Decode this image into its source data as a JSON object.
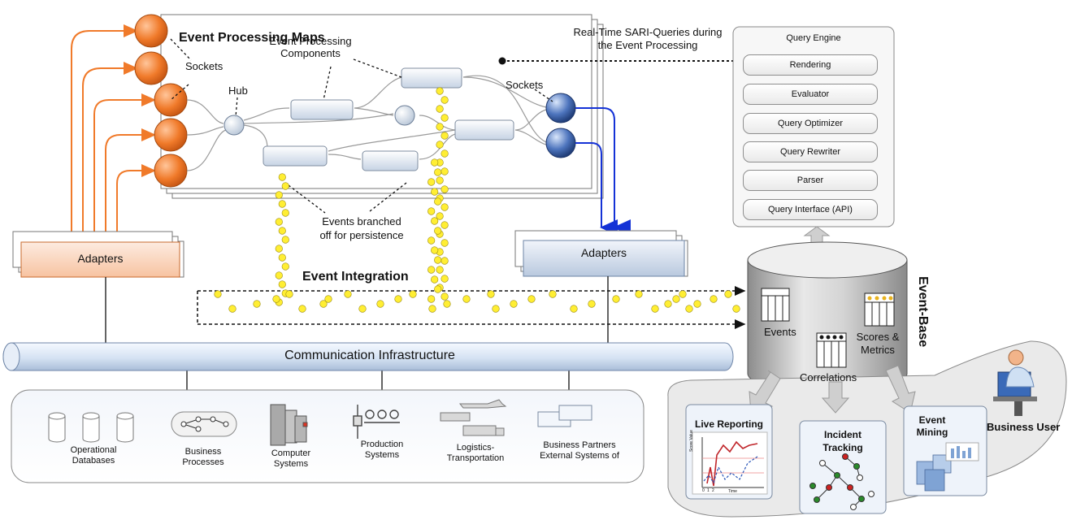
{
  "event_processing_maps": {
    "title": "Event Processing Maps",
    "sockets_left": "Sockets",
    "sockets_right": "Sockets",
    "hub": "Hub",
    "components_line1": "Event Processing",
    "components_line2": "Components"
  },
  "sari_queries": {
    "line1": "Real-Time SARI-Queries during",
    "line2": "the Event Processing"
  },
  "query_engine": {
    "title": "Query Engine",
    "items": [
      "Rendering",
      "Evaluator",
      "Query Optimizer",
      "Query Rewriter",
      "Parser",
      "Query Interface (API)"
    ]
  },
  "events_branched": {
    "line1": "Events branched",
    "line2": "off for persistence"
  },
  "adapters_left": "Adapters",
  "adapters_right": "Adapters",
  "event_integration": "Event Integration",
  "communication_infrastructure": "Communication Infrastructure",
  "event_base": {
    "title": "Event-Base",
    "events": "Events",
    "scores_line1": "Scores &",
    "scores_line2": "Metrics",
    "correlations": "Correlations"
  },
  "sources": [
    {
      "line1": "Operational",
      "line2": "Databases"
    },
    {
      "line1": "Business",
      "line2": "Processes"
    },
    {
      "line1": "Computer",
      "line2": "Systems"
    },
    {
      "line1": "Production",
      "line2": "Systems"
    },
    {
      "line1": "Logistics-",
      "line2": "Transportation"
    },
    {
      "line1": "Business Partners",
      "line2": "External Systems of"
    }
  ],
  "apps": {
    "live_reporting": "Live Reporting",
    "incident_line1": "Incident",
    "incident_line2": "Tracking",
    "mining_line1": "Event",
    "mining_line2": "Mining",
    "business_user": "Business User",
    "chart_ylabel": "Score Value",
    "chart_xlabel": "Time",
    "chart_ticks": [
      "0",
      "1",
      "2"
    ]
  },
  "colors": {
    "orange": "#f07a2a",
    "blue_socket": "#3f66b0",
    "event_dot": "#ffee33",
    "arrow_blue": "#1432d6"
  }
}
